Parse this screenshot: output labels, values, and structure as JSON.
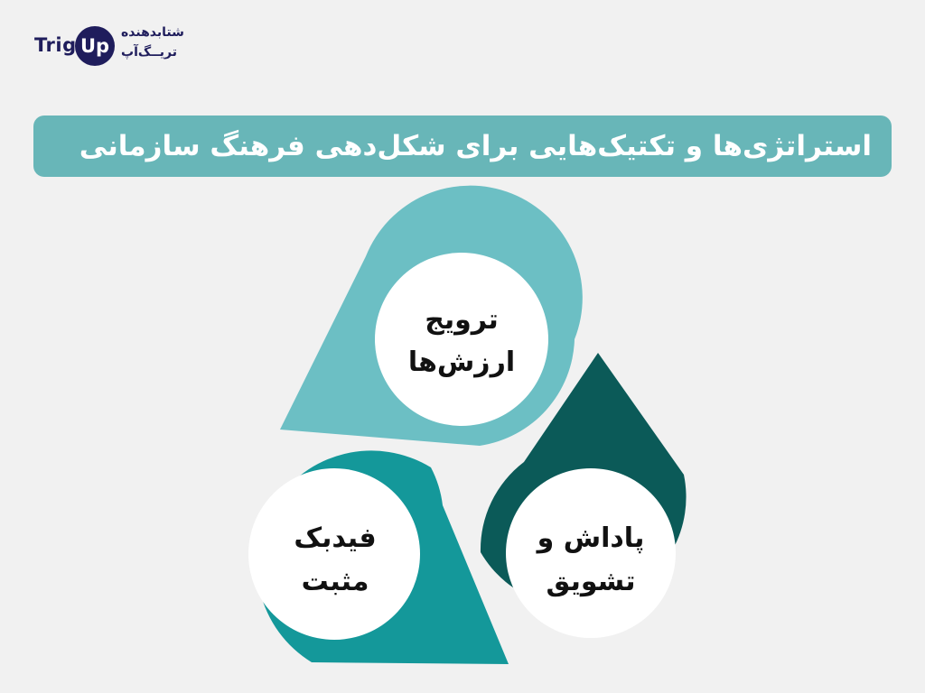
{
  "logo": {
    "latin_left": "Trig",
    "latin_circle": "Up",
    "persian_line1": "شتابدهنده",
    "persian_line2": "تریــگ‌آپ"
  },
  "title": "استراتژی‌ها و تکتیک‌هایی برای شکل‌دهی فرهنگ سازمانی",
  "items": [
    {
      "line1": "ترویج",
      "line2": "ارزش‌ها",
      "color": "#6cbfc4"
    },
    {
      "line1": "پاداش و",
      "line2": "تشویق",
      "color": "#0b5a58"
    },
    {
      "line1": "فیدبک",
      "line2": "مثبت",
      "color": "#14989a"
    }
  ]
}
